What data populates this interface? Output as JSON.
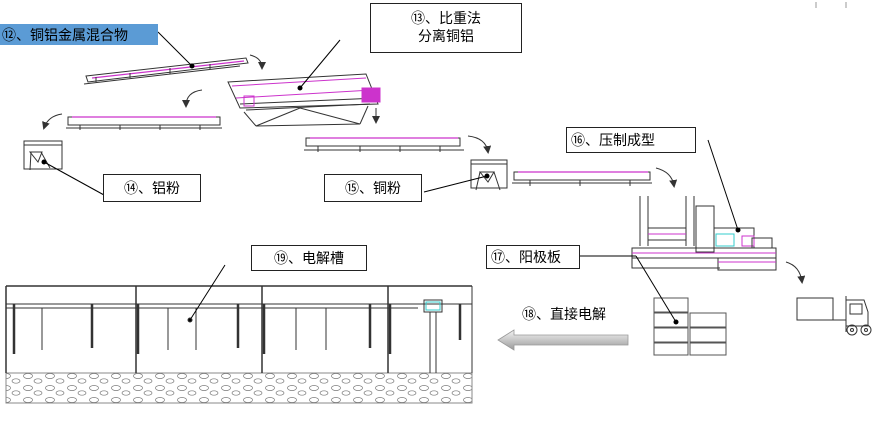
{
  "labels": {
    "l12": "⑫、铜铝金属混合物",
    "l13_line1": "⑬、比重法",
    "l13_line2": "分离铜铝",
    "l14": "⑭、铝粉",
    "l15": "⑮、铜粉",
    "l16": "⑯、压制成型",
    "l17": "⑰、阳极板",
    "l18": "⑱、直接电解",
    "l19": "⑲、电解槽"
  },
  "colors": {
    "highlight": "#5b9bd5",
    "conveyor_accent": "#cc33cc",
    "line": "#222222",
    "cyan_accent": "#33cccc"
  }
}
